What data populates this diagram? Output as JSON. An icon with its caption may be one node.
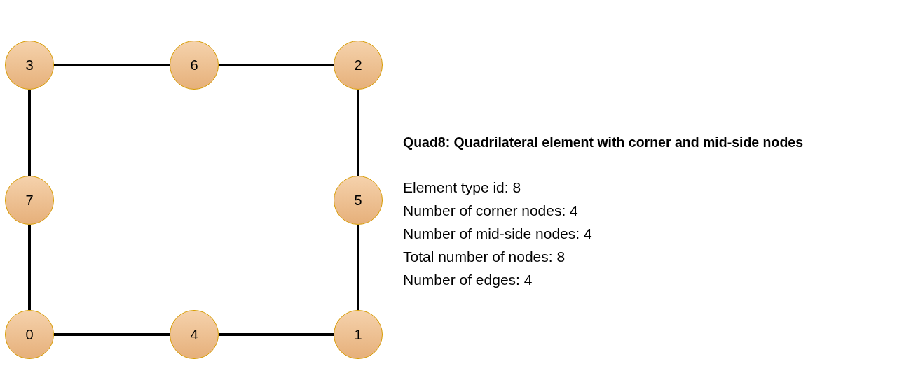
{
  "diagram": {
    "title": "Quad8: Quadrilateral element with corner and mid-side nodes",
    "nodes": [
      {
        "text": [
          "3"
        ]
      },
      {
        "text": [
          "6"
        ]
      },
      {
        "text": [
          "2"
        ]
      },
      {
        "text": [
          "7"
        ]
      },
      {
        "text": [
          "5"
        ]
      },
      {
        "text": [
          "0"
        ]
      },
      {
        "text": [
          "4"
        ]
      },
      {
        "text": [
          "1"
        ]
      }
    ],
    "edges": [
      {
        "from": 0,
        "to": 1,
        "arrow": "none"
      },
      {
        "from": 1,
        "to": 2,
        "arrow": "none"
      },
      {
        "from": 0,
        "to": 3,
        "arrow": "none"
      },
      {
        "from": 2,
        "to": 4,
        "arrow": "none"
      },
      {
        "from": 3,
        "to": 5,
        "arrow": "none"
      },
      {
        "from": 4,
        "to": 7,
        "arrow": "none"
      },
      {
        "from": 5,
        "to": 6,
        "arrow": "none"
      },
      {
        "from": 6,
        "to": 7,
        "arrow": "none"
      }
    ],
    "labels": [
      "Element type id: 8",
      "Number of corner nodes: 4",
      "Number of mid-side nodes: 4",
      "Total number of nodes: 8",
      "Number of edges: 4"
    ]
  }
}
